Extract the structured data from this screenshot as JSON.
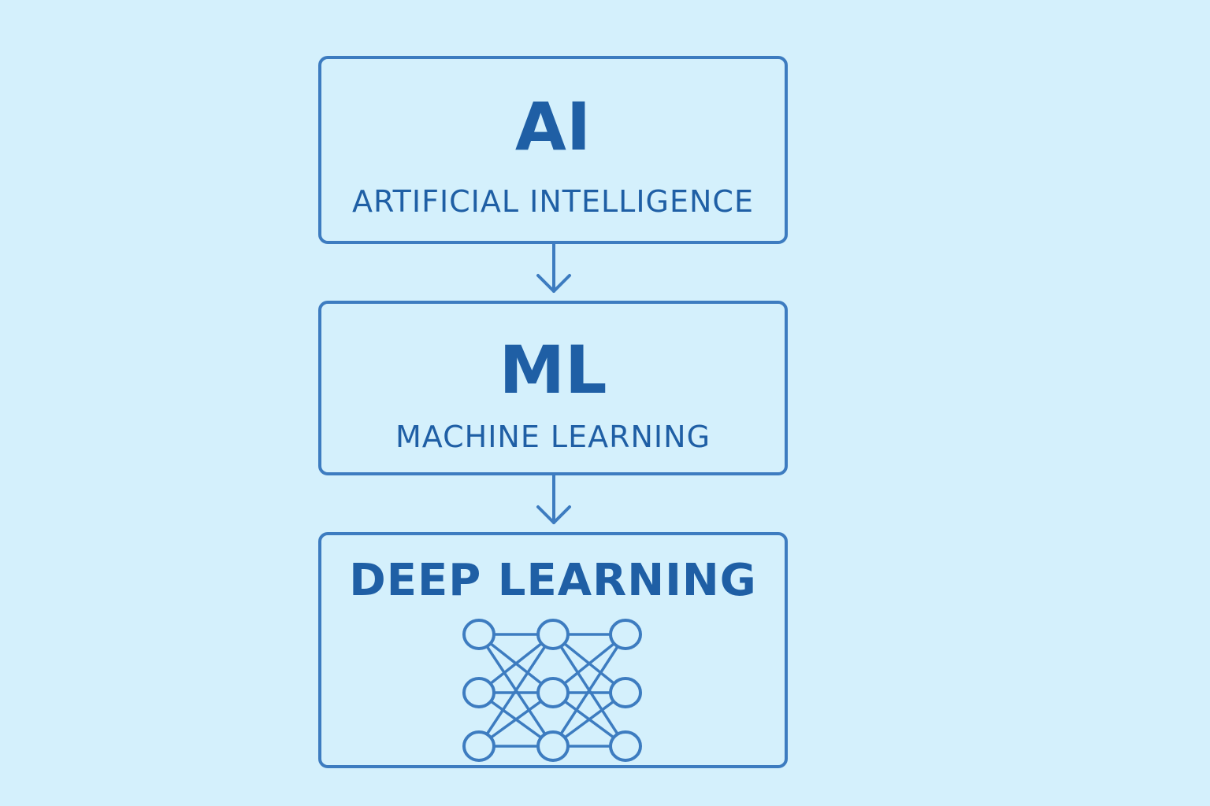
{
  "nodes": {
    "ai": {
      "abbr": "AI",
      "full": "ARTIFICIAL INTELLIGENCE"
    },
    "ml": {
      "abbr": "ML",
      "full": "MACHINE LEARNING"
    },
    "dl": {
      "title": "DEEP LEARNING",
      "icon": "neural-network-icon"
    }
  },
  "edges": [
    {
      "from": "ai",
      "to": "ml"
    },
    {
      "from": "ml",
      "to": "dl"
    }
  ],
  "colors": {
    "background": "#d4f0fc",
    "stroke": "#3d7cc0",
    "text": "#1f5fa5"
  }
}
